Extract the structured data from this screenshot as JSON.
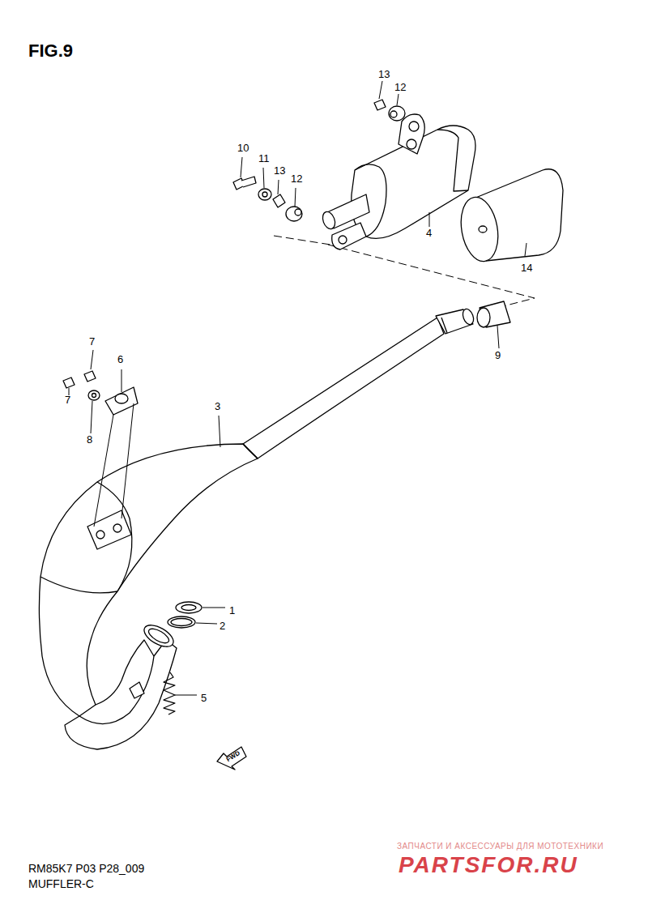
{
  "diagram": {
    "title": "FIG.9",
    "labels": [
      "13",
      "12",
      "10",
      "11",
      "13",
      "12",
      "4",
      "14",
      "9",
      "7",
      "6",
      "3",
      "7",
      "8",
      "1",
      "2",
      "5",
      "FWD",
      "RM85K7 P03 P28_009",
      "MUFFLER-C",
      "ЗАПЧАСТИ И АКСЕССУАРЫ ДЛЯ МОТОТЕХНИКИ",
      "PARTSFOR.RU"
    ]
  }
}
